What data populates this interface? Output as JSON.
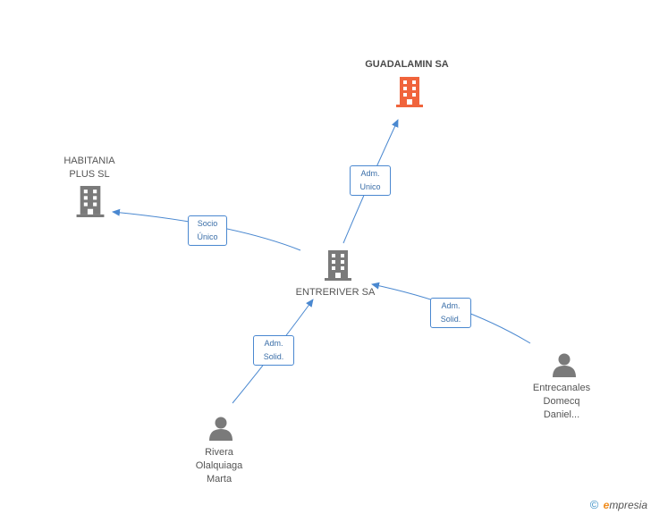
{
  "colors": {
    "highlight": "#f0643c",
    "company": "#7a7a7a",
    "person": "#7a7a7a",
    "edge": "#4a88d0"
  },
  "nodes": {
    "guadalamin": {
      "name": "GUADALAMIN SA",
      "icon": "building-icon"
    },
    "habitania": {
      "name": "HABITANIA\nPLUS SL",
      "icon": "building-icon"
    },
    "entreriver": {
      "name": "ENTRERIVER SA",
      "icon": "building-icon"
    },
    "entrecanales": {
      "name": "Entrecanales\nDomecq\nDaniel...",
      "icon": "person-icon"
    },
    "rivera": {
      "name": "Rivera\nOlalquiaga\nMarta",
      "icon": "person-icon"
    }
  },
  "edges": {
    "to_guadalamin": {
      "label": "Adm.\nUnico"
    },
    "to_habitania": {
      "label": "Socio\nÚnico"
    },
    "from_entrecanales": {
      "label": "Adm.\nSolid."
    },
    "from_rivera": {
      "label": "Adm.\nSolid."
    }
  },
  "footer": {
    "copyright_symbol": "©",
    "brand_initial": "e",
    "brand_rest": "mpresia"
  }
}
